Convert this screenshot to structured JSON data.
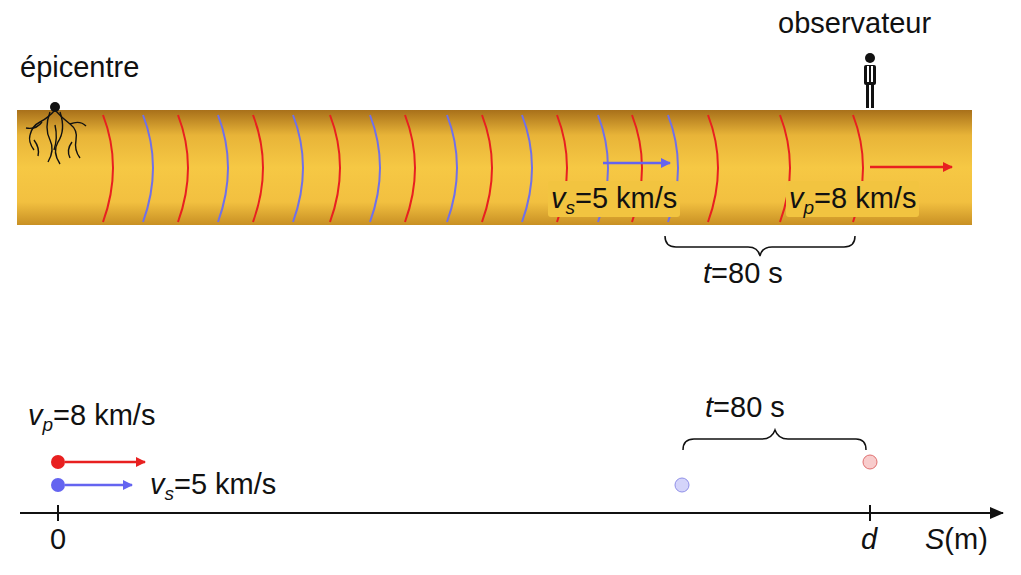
{
  "diagram": {
    "labels": [
      "épicentre",
      "observateur",
      "v",
      "s",
      "=5 km/s",
      "v",
      "p",
      "=8 km/s",
      "t",
      "=80 s",
      "v",
      "p",
      "=8 km/s",
      "v",
      "s",
      "=5 km/s",
      "t",
      "=80 s",
      "0",
      "d",
      "S",
      "(m)"
    ]
  }
}
